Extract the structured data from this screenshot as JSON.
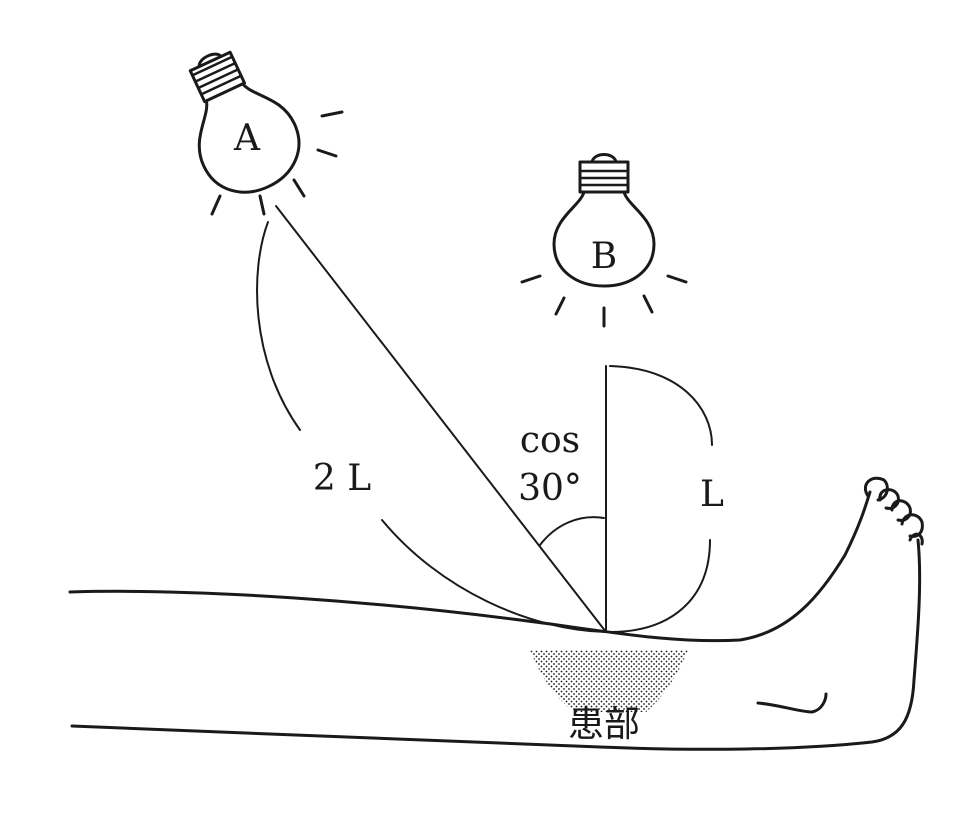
{
  "labels": {
    "bulb_a": "A",
    "bulb_b": "B",
    "distance_a": "2 L",
    "distance_b": "L",
    "angle_func": "cos",
    "angle_value": "30°",
    "affected_area": "患部"
  },
  "colors": {
    "ink": "#1a1a1a",
    "background": "#ffffff"
  },
  "icons": {
    "bulb_a": "light-bulb-icon",
    "bulb_b": "light-bulb-icon"
  }
}
